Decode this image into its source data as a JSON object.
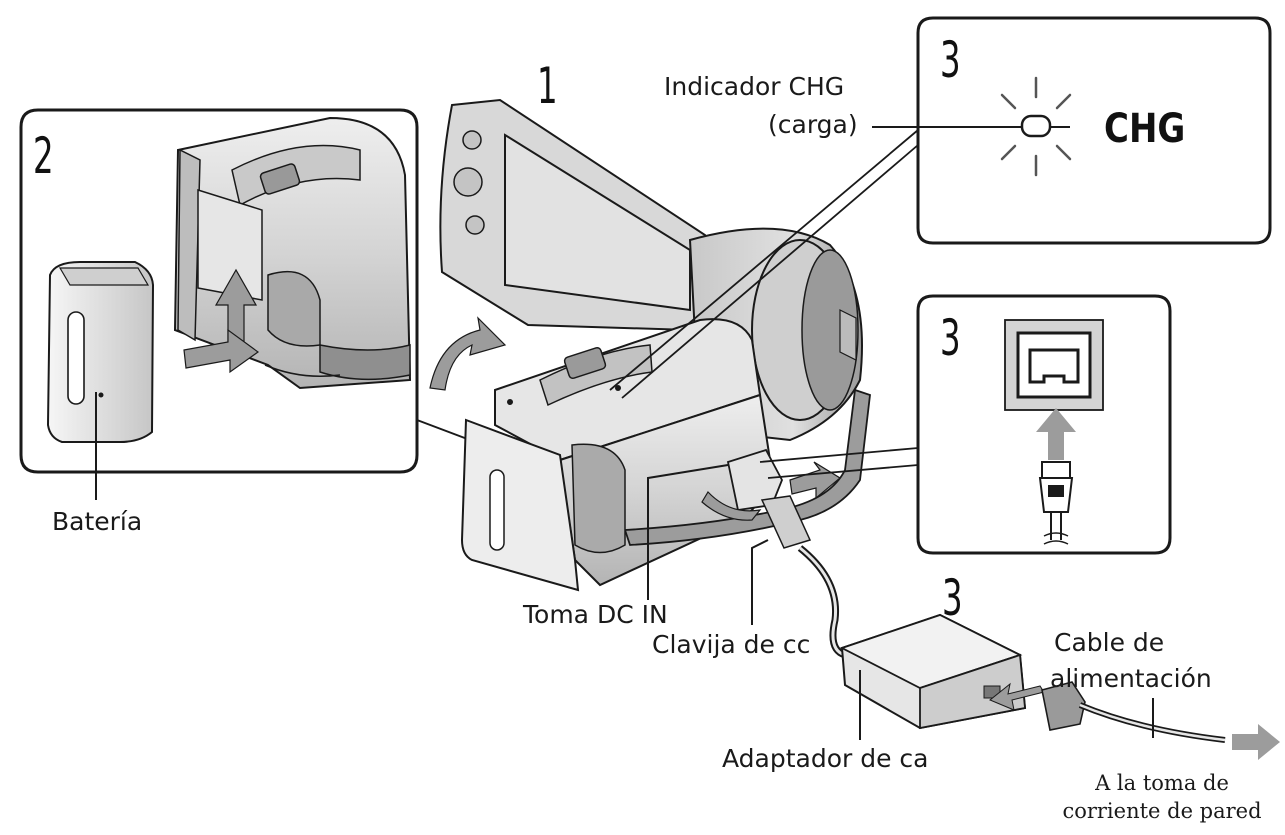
{
  "steps": {
    "step1": "1",
    "step2": "2",
    "step3_indicator": "3",
    "step3_jack": "3",
    "step3_adapter": "3"
  },
  "labels": {
    "chg_indicator_line1": "Indicador CHG",
    "chg_indicator_line2": "(carga)",
    "chg_text": "CHG",
    "battery": "Batería",
    "dc_in_jack": "Toma DC IN",
    "dc_plug": "Clavija de cc",
    "power_cord_line1": "Cable de",
    "power_cord_line2": "alimentación",
    "ac_adapter": "Adaptador de ca",
    "wall_outlet_line1": "A la toma de",
    "wall_outlet_line2": "corriente de pared"
  },
  "colors": {
    "line": "#1a1a1a",
    "body": "#d2d2d2",
    "body_light": "#ececec",
    "body_dark": "#9a9a9a",
    "arrow": "#9c9c9c"
  }
}
